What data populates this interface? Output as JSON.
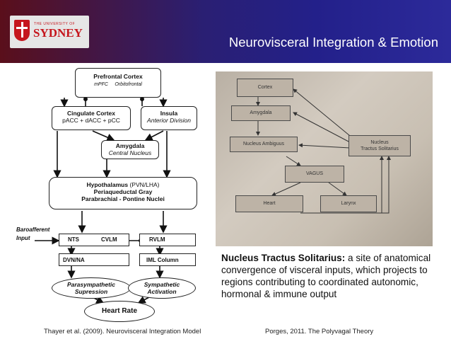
{
  "header": {
    "title": "Neurovisceral Integration & Emotion",
    "logo": {
      "line1": "THE UNIVERSITY OF",
      "line2": "SYDNEY"
    }
  },
  "left_diagram": {
    "pfc": {
      "title": "Prefrontal Cortex",
      "sub1": "mPFC",
      "sub2": "Orbitofrontal"
    },
    "cingulate": {
      "title": "Cingulate Cortex",
      "sub": "pACC + dACC + pCC"
    },
    "insula": {
      "title": "Insula",
      "sub": "Anterior Division"
    },
    "amygdala": {
      "title": "Amygdala",
      "sub": "Central Nucleus"
    },
    "hypothalamus": {
      "line1": "Hypothalamus",
      "line1b": " (PVN/LHA)",
      "line2": "Periaqueductal Gray",
      "line3": "Parabrachial - Pontine Nuclei"
    },
    "baroafferent": "Baroafferent",
    "input": "Input",
    "nts": "NTS",
    "cvlm": "CVLM",
    "rvlm": "RVLM",
    "dvn": "DVN/NA",
    "iml": "IML Column",
    "para": {
      "line1": "Parasympathetic",
      "line2": "Supression"
    },
    "symp": {
      "line1": "Sympathetic",
      "line2": "Activation"
    },
    "heart_rate": "Heart Rate"
  },
  "photo_diagram": {
    "cortex": "Cortex",
    "amygdala": "Amygdala",
    "nucleus_ambiguus": "Nucleus Ambiguus",
    "nts_line1": "Nucleus",
    "nts_line2": "Tractus Solitarius",
    "vagus": "VAGUS",
    "heart": "Heart",
    "larynx": "Larynx"
  },
  "description": {
    "bold": "Nucleus Tractus Solitarius:",
    "rest": " a site of anatomical convergence of visceral inputs, which projects to regions contributing to coordinated autonomic, hormonal & immune output"
  },
  "citations": {
    "left": "Thayer et al. (2009).  Neurovisceral Integration Model",
    "right": "Porges, 2011. The Polyvagal Theory"
  }
}
